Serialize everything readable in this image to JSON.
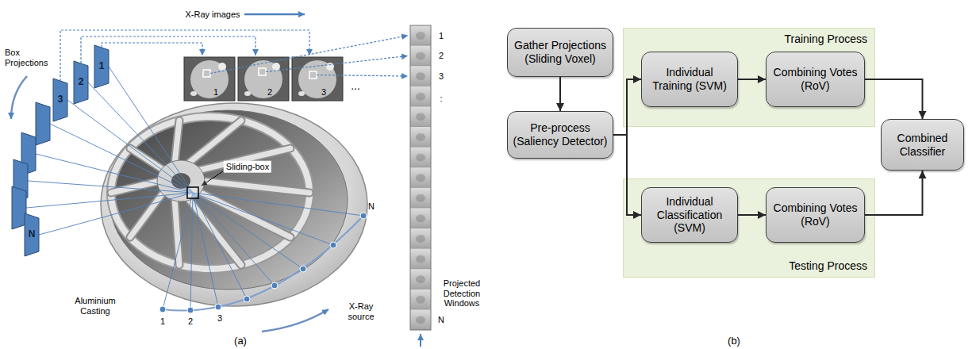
{
  "diagram": {
    "nodes": [
      {
        "text": [
          "Gather Projections (Sliding Voxel)"
        ]
      },
      {
        "text": [
          "Pre-process (Saliency Detector)"
        ]
      },
      {
        "text": [
          "Training Process"
        ]
      },
      {
        "text": [
          "Individual Training (SVM)"
        ],
        "in": 2
      },
      {
        "text": [
          "Combining Votes (RoV)"
        ],
        "in": 2
      },
      {
        "text": [
          "Testing Process"
        ]
      },
      {
        "text": [
          "Individual Classification (SVM)"
        ],
        "in": 5
      },
      {
        "text": [
          "Combining Votes (RoV)"
        ],
        "in": 5
      },
      {
        "text": [
          "Combined Classifier"
        ]
      }
    ],
    "edges": [
      {
        "from": 0,
        "to": 1,
        "arrow": "to"
      },
      {
        "from": 1,
        "to": 3,
        "arrow": "to"
      },
      {
        "from": 1,
        "to": 6,
        "arrow": "to"
      },
      {
        "from": 3,
        "to": 4,
        "arrow": "to"
      },
      {
        "from": 6,
        "to": 7,
        "arrow": "to"
      },
      {
        "from": 4,
        "to": 8,
        "arrow": "to"
      },
      {
        "from": 7,
        "to": 8,
        "arrow": "to"
      }
    ],
    "labels": [
      "X-Ray images",
      "Box Projections",
      "1",
      "2",
      "3",
      "N",
      "1",
      "2",
      "3",
      "...",
      "1",
      "2",
      "3",
      ":",
      "N",
      "Sliding-box",
      "N",
      "1",
      "2",
      "3",
      "X-Ray source",
      "Aluminium Casting",
      "Projected Detection Windows",
      "(a)",
      "(b)"
    ]
  }
}
